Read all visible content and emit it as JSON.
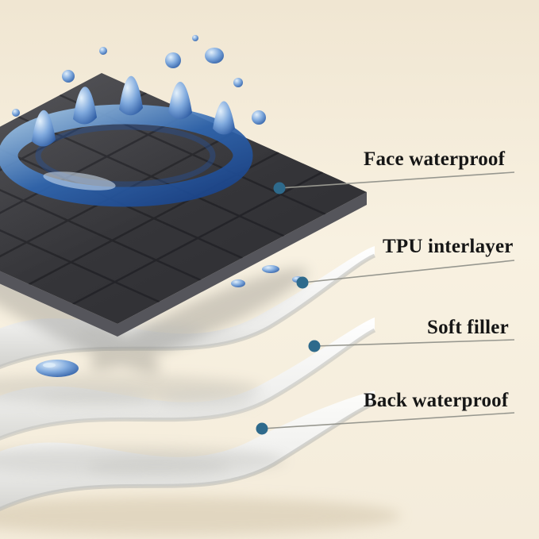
{
  "callouts": [
    {
      "id": "face-waterproof",
      "label": "Face waterproof"
    },
    {
      "id": "tpu-interlayer",
      "label": "TPU interlayer"
    },
    {
      "id": "soft-filler",
      "label": "Soft filler"
    },
    {
      "id": "back-waterproof",
      "label": "Back waterproof"
    }
  ],
  "colors": {
    "background_top": "#f0e6d2",
    "background_bottom": "#f4ecdb",
    "callout_dot": "#2e6a8c",
    "callout_line": "#97978f",
    "label_text": "#161616",
    "face_layer": "#3a3a3e",
    "water_blue": "#2a5ea8",
    "sheet_white": "#f7f7f5"
  }
}
